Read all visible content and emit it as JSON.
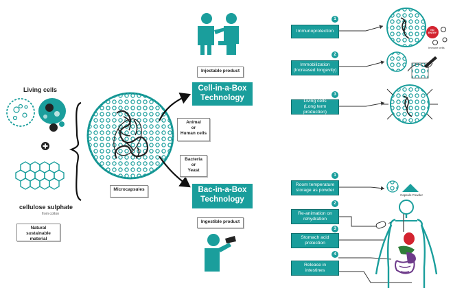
{
  "left": {
    "living_cells_label": "Living cells",
    "cellulose_label": "cellulose sulphate",
    "cellulose_sub": "from cotton",
    "natural_label_1": "Natural sustainable",
    "natural_label_2": "material"
  },
  "center": {
    "microcapsules_label": "Microcapsules",
    "injectable_label": "Injectable product",
    "animal_label_1": "Animal",
    "animal_label_2": "or",
    "animal_label_3": "Human cells",
    "bacteria_label_1": "Bacteria",
    "bacteria_label_2": "or",
    "bacteria_label_3": "Yeast",
    "ingestible_label": "Ingestible product",
    "cell_box_1": "Cell-in-a-Box",
    "cell_box_2": "Technology",
    "bac_box_1": "Bac-in-a-Box",
    "bac_box_2": "Technology"
  },
  "top_right": {
    "steps": [
      {
        "num": "1",
        "l1": "Immunoprotection",
        "l2": ""
      },
      {
        "num": "2",
        "l1": "Immobilization",
        "l2": "(Increased longevity)"
      },
      {
        "num": "3",
        "l1": "Living cells",
        "l2": "(Long term production)"
      }
    ],
    "no_entry_1": "NO",
    "no_entry_2": "ENTRY",
    "immune_cells_label": "Immune cells"
  },
  "bottom_right": {
    "steps": [
      {
        "num": "1",
        "l1": "Room temperature",
        "l2": "storage as powder"
      },
      {
        "num": "2",
        "l1": "Re-animation on",
        "l2": "rehydration"
      },
      {
        "num": "3",
        "l1": "Stomach acid",
        "l2": "protection"
      },
      {
        "num": "4",
        "l1": "Release in",
        "l2": "intestines"
      }
    ],
    "capsule_powder_label": "Capsule Powder"
  },
  "colors": {
    "teal": "#1a9e9c",
    "dark": "#2b2b2b",
    "red": "#d3232f"
  }
}
